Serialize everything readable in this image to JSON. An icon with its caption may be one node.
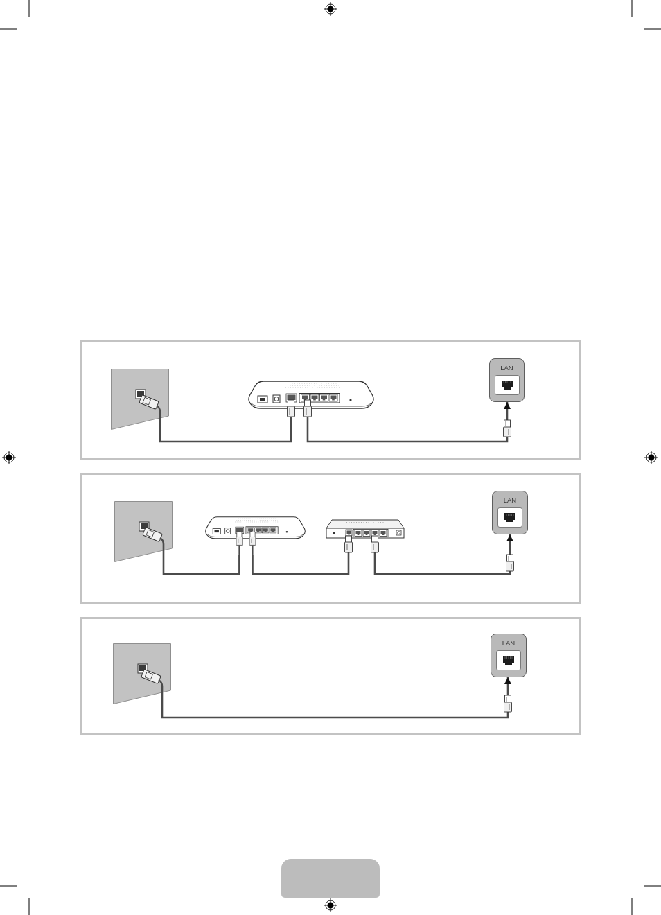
{
  "diagram": {
    "nodes": [
      {
        "text": [],
        "shape": "box"
      },
      {
        "text": [],
        "shape": "picture",
        "in": 0
      },
      {
        "text": [],
        "shape": "picture",
        "in": 0
      },
      {
        "text": [
          "LAN"
        ],
        "in": 0
      },
      {
        "text": [],
        "shape": "box"
      },
      {
        "text": [],
        "shape": "picture",
        "in": 4
      },
      {
        "text": [],
        "shape": "picture",
        "in": 4
      },
      {
        "text": [],
        "shape": "picture",
        "in": 4
      },
      {
        "text": [
          "LAN"
        ],
        "in": 4
      },
      {
        "text": [],
        "shape": "box"
      },
      {
        "text": [],
        "shape": "picture",
        "in": 9
      },
      {
        "text": [
          "LAN"
        ],
        "in": 9
      }
    ],
    "edges": [
      {
        "from": 1,
        "to": 2,
        "arrow": "none"
      },
      {
        "from": 2,
        "to": 3,
        "arrow": "to"
      },
      {
        "from": 5,
        "to": 6,
        "arrow": "none"
      },
      {
        "from": 6,
        "to": 7,
        "arrow": "none"
      },
      {
        "from": 7,
        "to": 8,
        "arrow": "to"
      },
      {
        "from": 10,
        "to": 11,
        "arrow": "to"
      }
    ]
  }
}
